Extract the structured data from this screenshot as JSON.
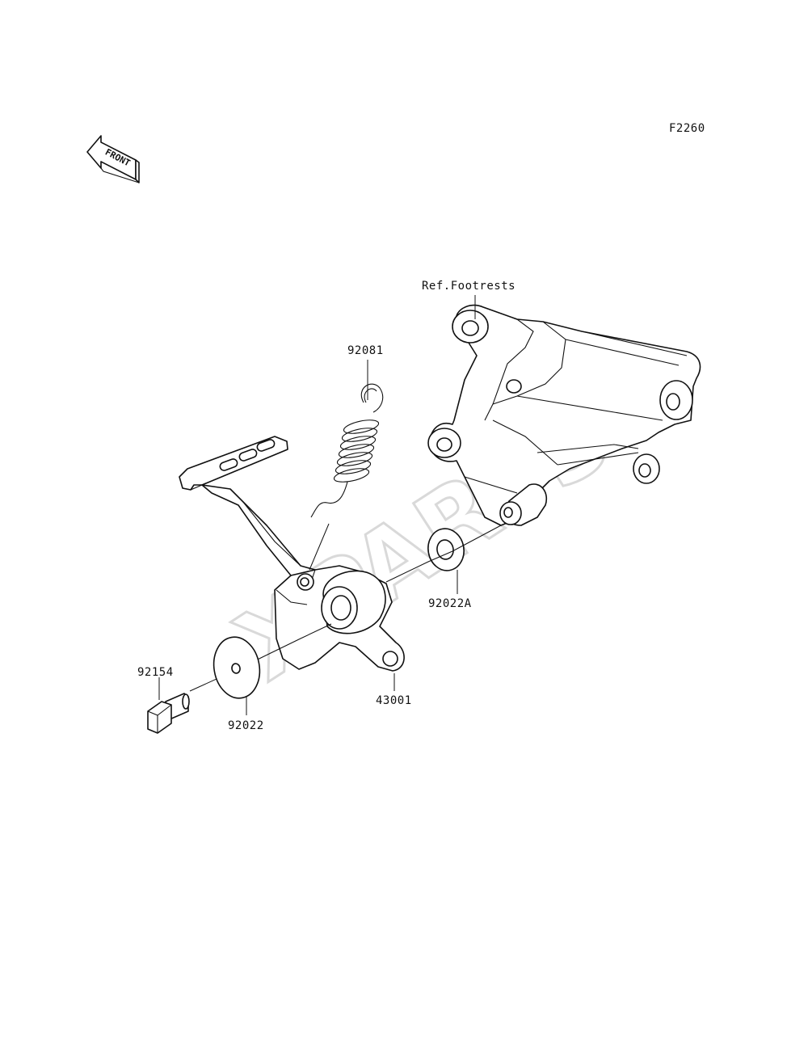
{
  "diagram": {
    "code": "F2260",
    "front_label": "FRONT",
    "watermark": "XPARTS",
    "ref_label": "Ref.Footrests",
    "parts": [
      {
        "id": "92081"
      },
      {
        "id": "92022A"
      },
      {
        "id": "43001"
      },
      {
        "id": "92154"
      },
      {
        "id": "92022"
      }
    ]
  }
}
